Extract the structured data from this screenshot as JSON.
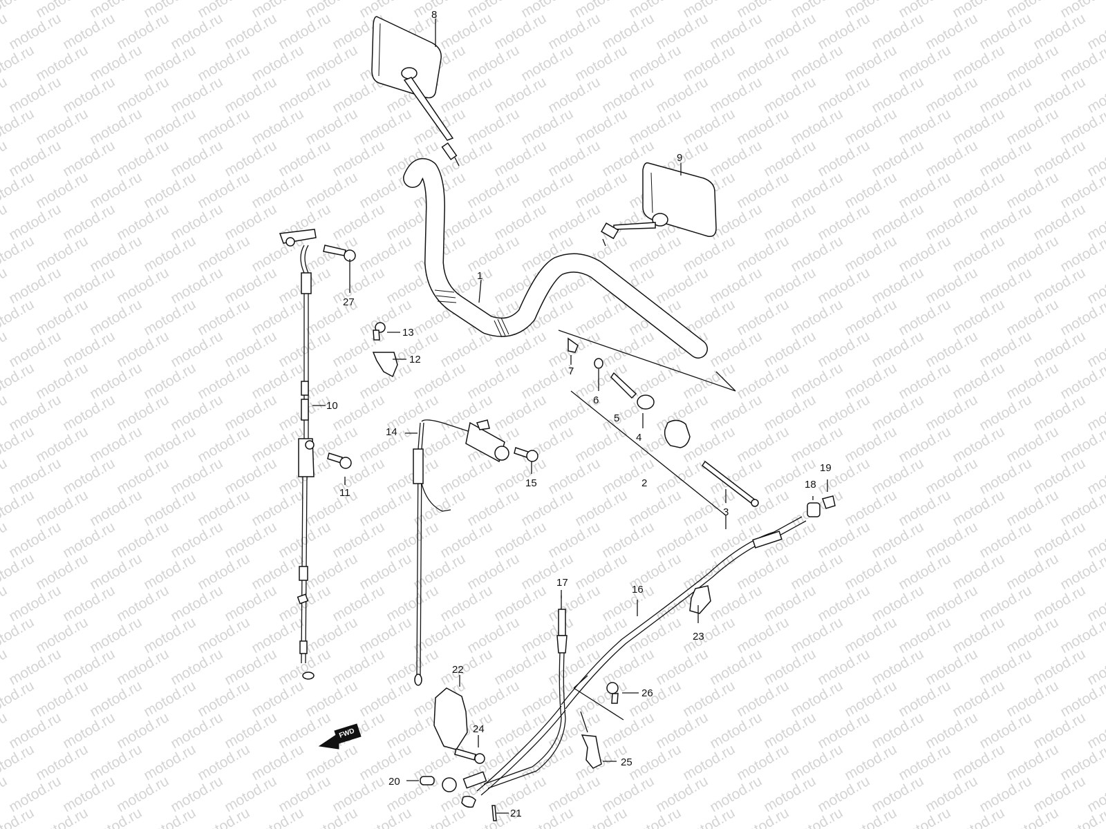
{
  "watermark": "motod.ru",
  "fwd_label": "FWD",
  "callouts": [
    "1",
    "2",
    "3",
    "4",
    "5",
    "6",
    "7",
    "8",
    "9",
    "10",
    "11",
    "12",
    "13",
    "14",
    "15",
    "16",
    "17",
    "18",
    "19",
    "20",
    "21",
    "22",
    "23",
    "24",
    "25",
    "26",
    "27"
  ]
}
